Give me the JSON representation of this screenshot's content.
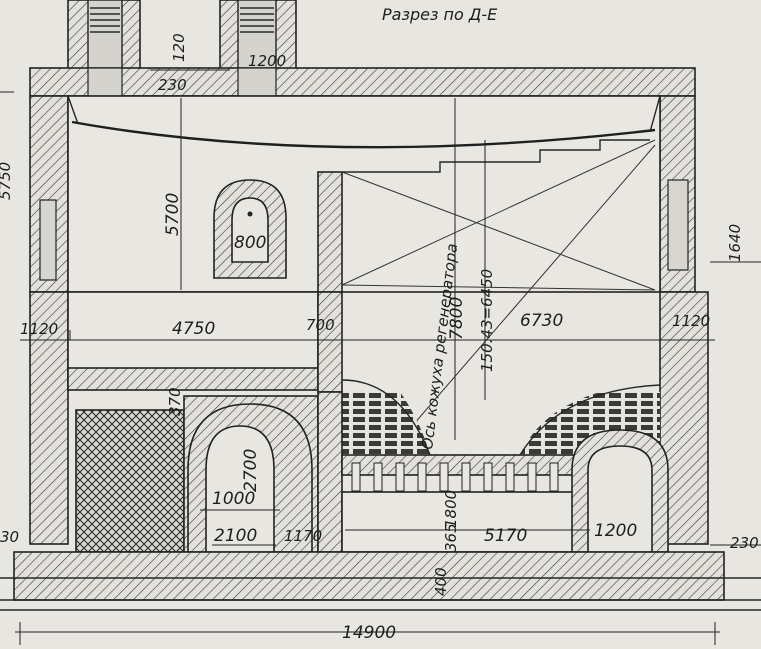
{
  "title": "Разрез по Д-Е",
  "labels": {
    "axis_regenerator": "Ось кожуха регенератора"
  },
  "dimensions": {
    "d120": "120",
    "d1200_top": "1200",
    "d230_top": "230",
    "d5700": "5700",
    "d800": "800",
    "d1640": "1640",
    "d5750": "5750",
    "d1120_left": "1120",
    "d4750": "4750",
    "d700": "700",
    "d7800": "7800",
    "d6450": "150.43=6450",
    "d6730": "6730",
    "d1120_right": "1120",
    "d370": "370",
    "d2700": "2700",
    "d1000": "1000",
    "d2100": "2100",
    "d1170": "1170",
    "d1800": "1800",
    "d365": "365",
    "d5170": "5170",
    "d1200_bottom": "1200",
    "d230_right": "230",
    "d30_left": "30",
    "d400": "400",
    "d14900": "14900"
  },
  "colors": {
    "paper": "#e8e6e1",
    "ink": "#222222"
  }
}
